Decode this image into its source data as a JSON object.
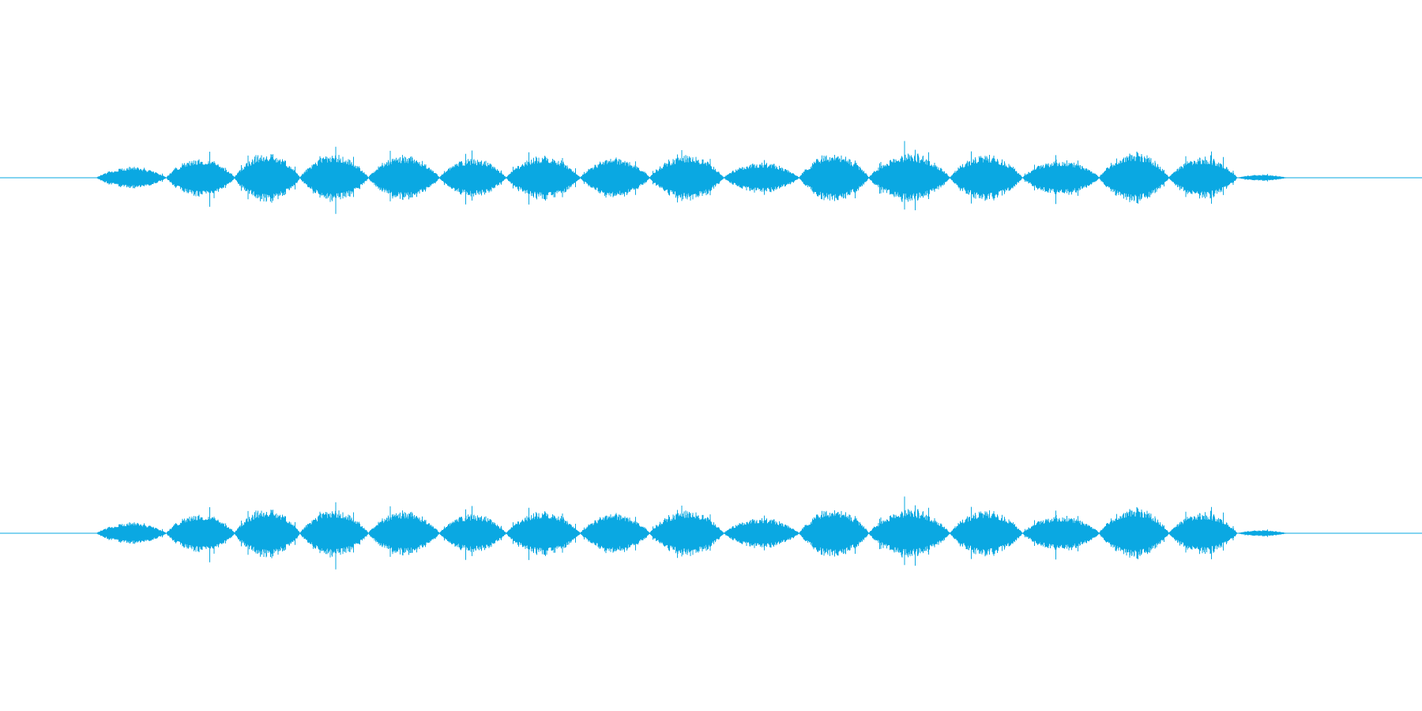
{
  "chart_data": {
    "type": "area",
    "channels": 2,
    "series": [
      {
        "channel": 1,
        "color": "#0aa8e2",
        "bursts": [
          {
            "start": 0.068,
            "end": 0.117,
            "peak": 0.28
          },
          {
            "start": 0.117,
            "end": 0.165,
            "peak": 0.52
          },
          {
            "start": 0.165,
            "end": 0.211,
            "peak": 0.64
          },
          {
            "start": 0.211,
            "end": 0.259,
            "peak": 0.62
          },
          {
            "start": 0.259,
            "end": 0.309,
            "peak": 0.58
          },
          {
            "start": 0.309,
            "end": 0.356,
            "peak": 0.5
          },
          {
            "start": 0.356,
            "end": 0.408,
            "peak": 0.58
          },
          {
            "start": 0.408,
            "end": 0.457,
            "peak": 0.52
          },
          {
            "start": 0.457,
            "end": 0.509,
            "peak": 0.6
          },
          {
            "start": 0.509,
            "end": 0.562,
            "peak": 0.4
          },
          {
            "start": 0.562,
            "end": 0.611,
            "peak": 0.62
          },
          {
            "start": 0.611,
            "end": 0.668,
            "peak": 0.62
          },
          {
            "start": 0.668,
            "end": 0.719,
            "peak": 0.6
          },
          {
            "start": 0.719,
            "end": 0.773,
            "peak": 0.46
          },
          {
            "start": 0.773,
            "end": 0.822,
            "peak": 0.66
          },
          {
            "start": 0.822,
            "end": 0.87,
            "peak": 0.54
          },
          {
            "start": 0.87,
            "end": 0.905,
            "peak": 0.08
          }
        ]
      },
      {
        "channel": 2,
        "color": "#0aa8e2",
        "bursts": [
          {
            "start": 0.068,
            "end": 0.117,
            "peak": 0.28
          },
          {
            "start": 0.117,
            "end": 0.165,
            "peak": 0.52
          },
          {
            "start": 0.165,
            "end": 0.211,
            "peak": 0.64
          },
          {
            "start": 0.211,
            "end": 0.259,
            "peak": 0.62
          },
          {
            "start": 0.259,
            "end": 0.309,
            "peak": 0.58
          },
          {
            "start": 0.309,
            "end": 0.356,
            "peak": 0.5
          },
          {
            "start": 0.356,
            "end": 0.408,
            "peak": 0.58
          },
          {
            "start": 0.408,
            "end": 0.457,
            "peak": 0.52
          },
          {
            "start": 0.457,
            "end": 0.509,
            "peak": 0.6
          },
          {
            "start": 0.509,
            "end": 0.562,
            "peak": 0.4
          },
          {
            "start": 0.562,
            "end": 0.611,
            "peak": 0.62
          },
          {
            "start": 0.611,
            "end": 0.668,
            "peak": 0.62
          },
          {
            "start": 0.668,
            "end": 0.719,
            "peak": 0.6
          },
          {
            "start": 0.719,
            "end": 0.773,
            "peak": 0.46
          },
          {
            "start": 0.773,
            "end": 0.822,
            "peak": 0.66
          },
          {
            "start": 0.822,
            "end": 0.87,
            "peak": 0.54
          },
          {
            "start": 0.87,
            "end": 0.905,
            "peak": 0.08
          }
        ]
      }
    ],
    "xlim": [
      0,
      1
    ],
    "ylim": [
      -1,
      1
    ],
    "grid": false
  }
}
